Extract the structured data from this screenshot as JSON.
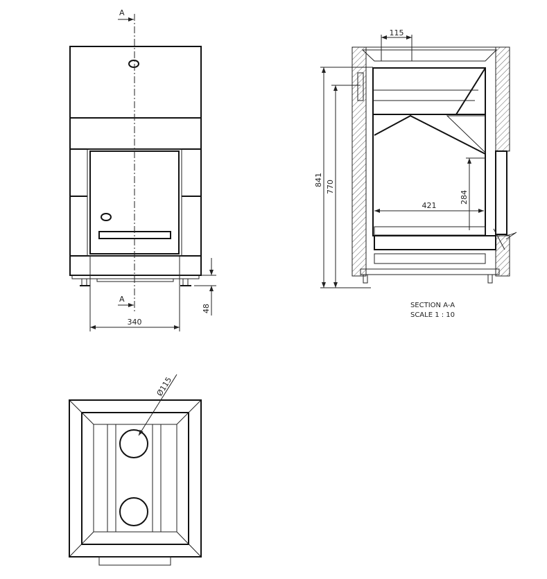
{
  "front_view": {
    "section_mark_top": "A",
    "section_mark_bottom": "A",
    "dim_width": "340",
    "dim_feet_height": "48"
  },
  "section_view": {
    "dim_total_height": "841",
    "dim_flue_height": "770",
    "dim_flue_diameter_top": "115",
    "dim_firebox_depth": "421",
    "dim_firebox_height": "284",
    "title": "SECTION A-A",
    "scale": "SCALE 1 : 10"
  },
  "top_view": {
    "dim_flue_diameter": "Ø115"
  }
}
